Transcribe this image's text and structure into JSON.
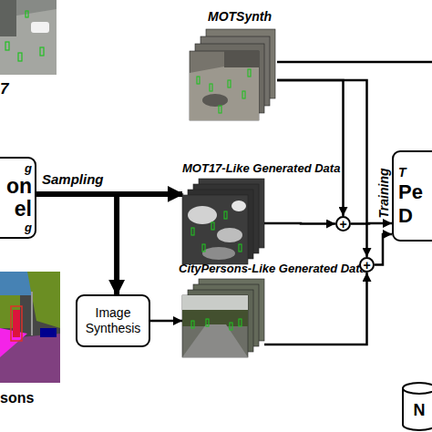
{
  "diagram": {
    "nodes": [
      {
        "text": [
          "7"
        ]
      },
      {
        "text": [
          "g",
          "on",
          "el",
          "g"
        ]
      },
      {
        "text": [
          "MOTSynth"
        ]
      },
      {
        "text": [
          "MOT17-Like Generated Data"
        ]
      },
      {
        "text": [
          "CityPersons-Like Generated Data"
        ]
      },
      {
        "text": [
          "+"
        ]
      },
      {
        "text": [
          "+"
        ]
      },
      {
        "text": [
          "T",
          "Pe",
          "D"
        ]
      },
      {
        "text": [
          "Image Synthesis"
        ]
      },
      {
        "text": [
          "sons"
        ]
      },
      {
        "text": [
          "N"
        ]
      }
    ],
    "edges": [
      {
        "from": 1,
        "to": 3,
        "arrow": "to",
        "label": "Sampling"
      },
      {
        "from": 1,
        "to": 8,
        "arrow": "to"
      },
      {
        "from": 8,
        "to": 4,
        "arrow": "to"
      },
      {
        "from": 2,
        "to": 5,
        "arrow": "to"
      },
      {
        "from": 2,
        "to": 6,
        "arrow": "to"
      },
      {
        "from": 3,
        "to": 5,
        "arrow": "to"
      },
      {
        "from": 4,
        "to": 6,
        "arrow": "to"
      },
      {
        "from": 5,
        "to": 7,
        "arrow": "to"
      },
      {
        "from": 6,
        "to": 7,
        "arrow": "to"
      }
    ],
    "labels": [
      "Training"
    ]
  }
}
